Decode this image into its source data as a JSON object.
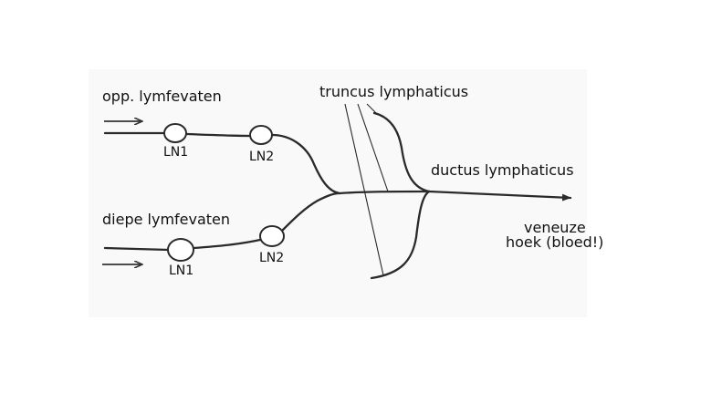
{
  "labels": {
    "superficial_vessels": "opp. lymfevaten",
    "deep_vessels": "diepe lymfevaten",
    "ln1": "LN1",
    "ln2": "LN2",
    "trunk": "truncus lymphaticus",
    "duct": "ductus lymphaticus",
    "venous_angle_line1": "veneuze",
    "venous_angle_line2": "hoek (bloed!)"
  },
  "colors": {
    "line": "#2a2a2a",
    "background": "#ffffff",
    "panel": "#f9f9f9"
  }
}
